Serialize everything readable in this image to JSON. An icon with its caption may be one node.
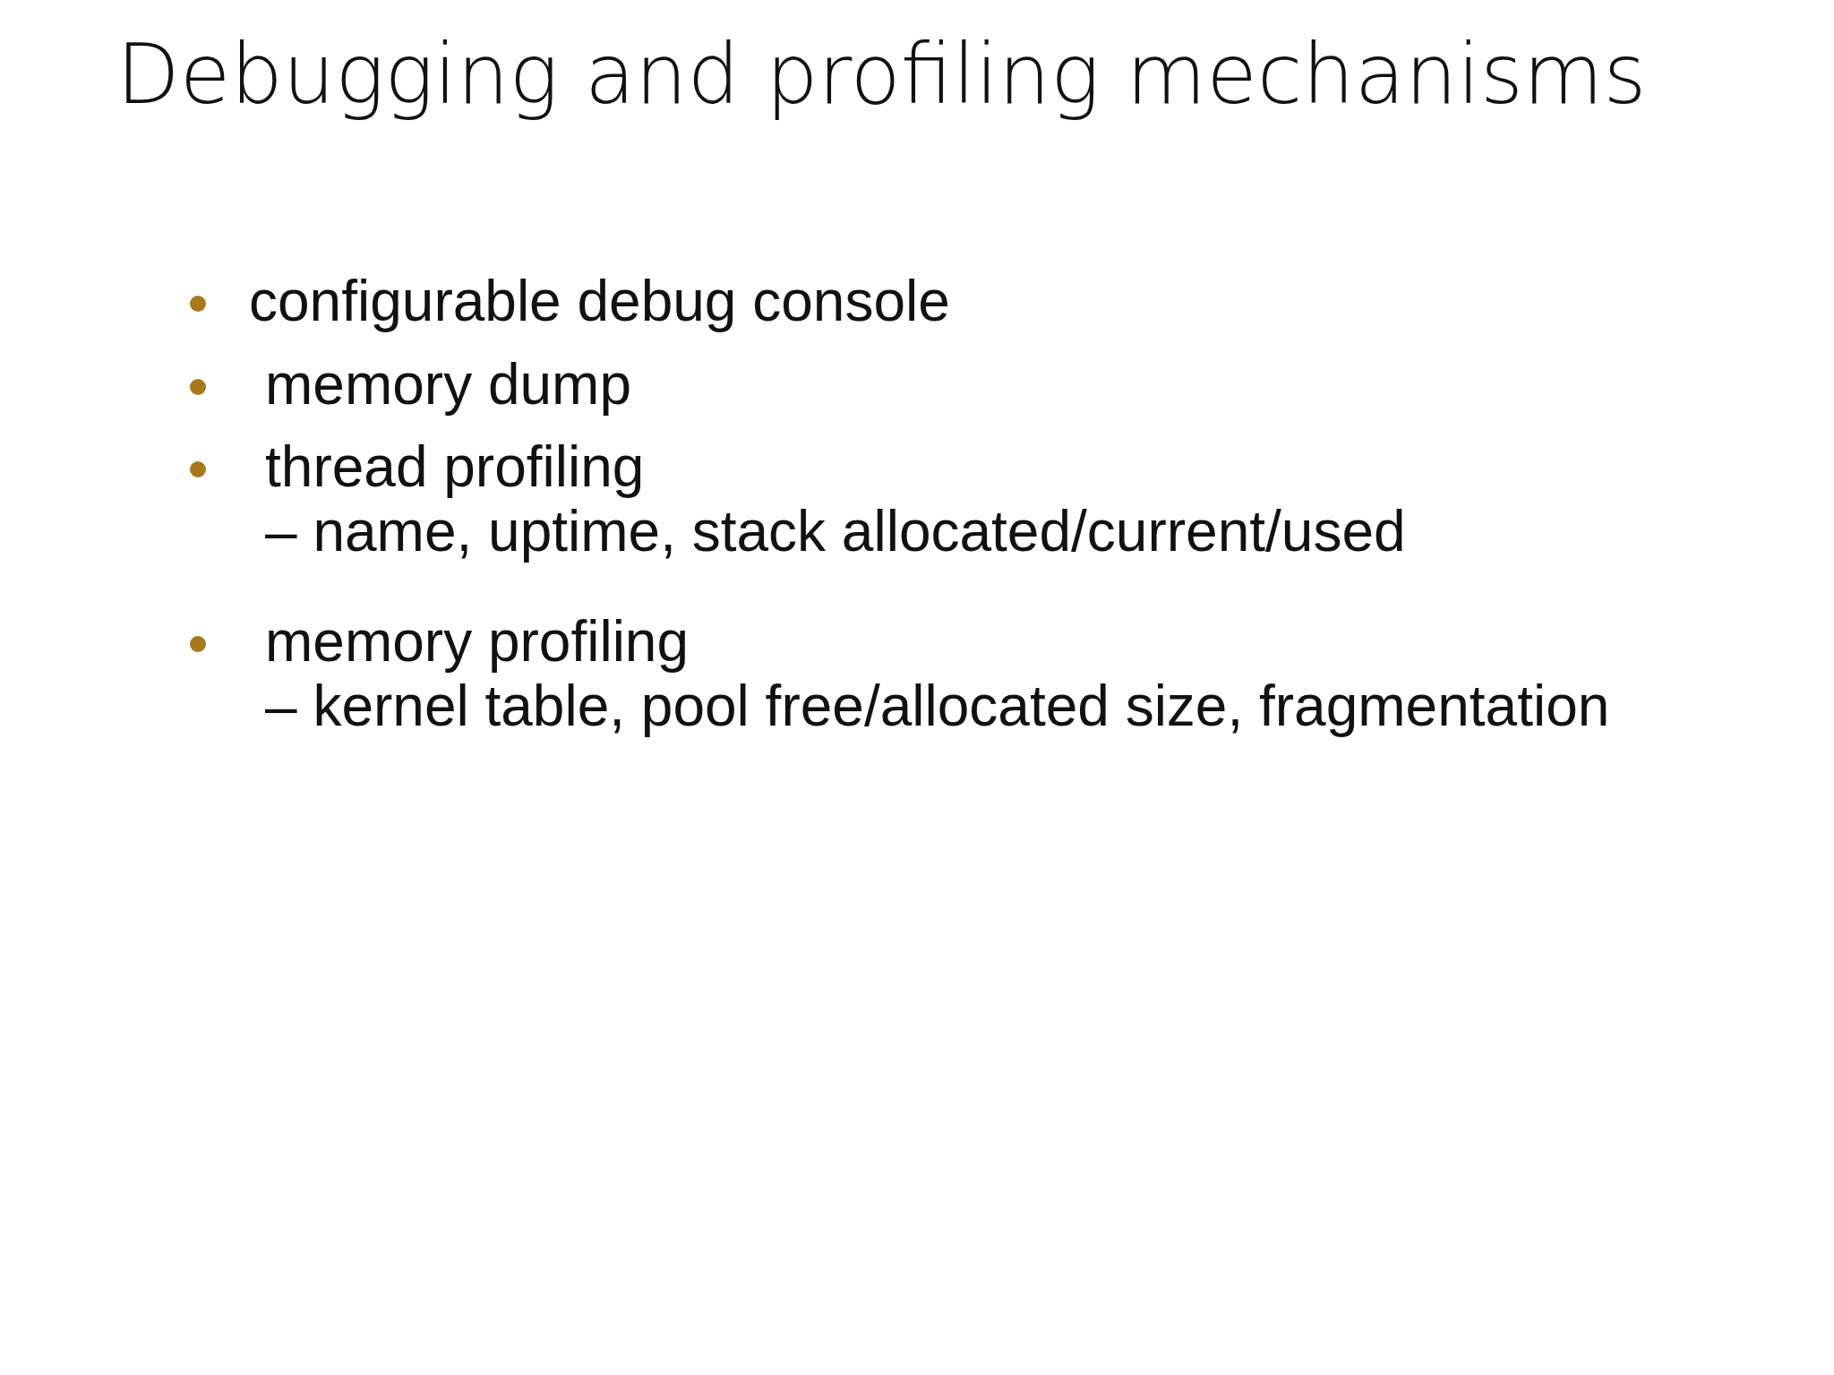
{
  "diagram": {
    "title": "Debugging and profiling mechanisms",
    "labels": [
      "configurable debug console",
      "memory dump",
      "thread profiling",
      "– name, uptime, stack allocated/current/used",
      "memory profiling",
      "– kernel table, pool free/allocated size, fragmentation"
    ]
  }
}
